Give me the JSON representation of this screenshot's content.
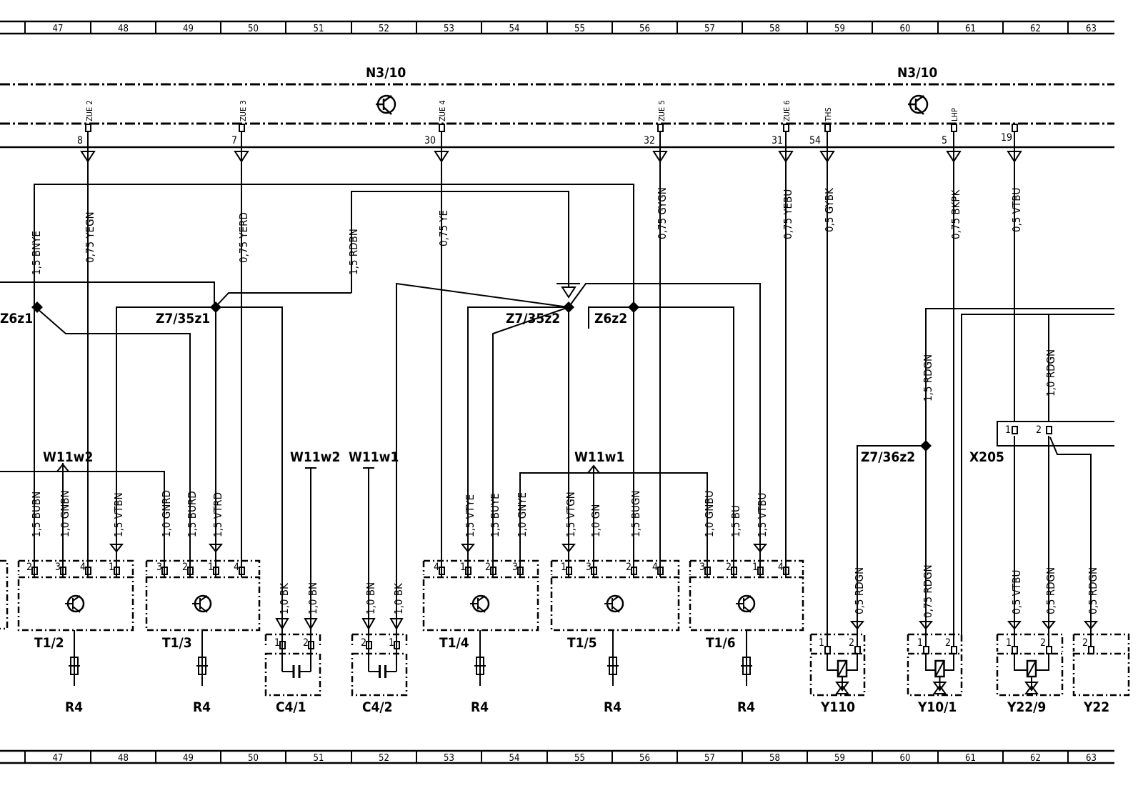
{
  "ruler_numbers": [
    "47",
    "48",
    "49",
    "50",
    "51",
    "52",
    "53",
    "54",
    "55",
    "56",
    "57",
    "58",
    "59",
    "60",
    "61",
    "62",
    "63"
  ],
  "controllers": [
    {
      "label": "N3/10"
    },
    {
      "label": "N3/10"
    }
  ],
  "ecu_pins": [
    {
      "name": "ZUE 2",
      "num": "8"
    },
    {
      "name": "ZUE 3",
      "num": "7"
    },
    {
      "name": "ZUE 4",
      "num": "30"
    },
    {
      "name": "ZUE 5",
      "num": "32"
    },
    {
      "name": "ZUE 6",
      "num": "31"
    },
    {
      "name": "THS",
      "num": "54"
    },
    {
      "name": "LHP",
      "num": "5"
    },
    {
      "name": "",
      "num": "19"
    }
  ],
  "upper_wires": [
    "1,5 BNYE",
    "0,75 YEGN",
    "0,75 YERD",
    "1,5 RDBN",
    "0,75 YE",
    "0,75 GYGN",
    "0,75 YEBU",
    "0,5 GYBK",
    "0,75 BKPK",
    "0,5 VTBU",
    "1,5 RDGN",
    "1,0 RDGN"
  ],
  "splices": [
    "Z6z1",
    "Z7/35z1",
    "Z7/35z2",
    "Z6z2",
    "Z7/36z2"
  ],
  "harness_labels": [
    "W11w2",
    "W11w2",
    "W11w1",
    "W11w1"
  ],
  "connector_label": "X205",
  "lower_wires": [
    "1,5 BUBN",
    "1,0 GNBN",
    "1,5 VTBN",
    "1,0 GNRD",
    "1,5 BURD",
    "1,5 VTRD",
    "1,0 BK",
    "1,0 BN",
    "1,0 BN",
    "1,0 BK",
    "1,5 VTYE",
    "1,5 BUYE",
    "1,0 GNYE",
    "1,5 VTGN",
    "1,0 GN",
    "1,5 BUGN",
    "1,0 GNBU",
    "1,5 BU",
    "1,5 VTBU",
    "0,5 RDGN",
    "0,75 RDGN",
    "0,5 VTBU",
    "0,5 RDGN",
    "0,5 RDGN"
  ],
  "components": [
    "T1/2",
    "T1/3",
    "C4/1",
    "C4/2",
    "T1/4",
    "T1/5",
    "T1/6",
    "Y110",
    "Y10/1",
    "Y22/9",
    "Y22"
  ],
  "ground_label": "R4",
  "pin_numbers": {
    "t12": [
      "2",
      "3",
      "4",
      "1"
    ],
    "t13": [
      "3",
      "2",
      "1",
      "4"
    ],
    "c41": [
      "1",
      "2"
    ],
    "c42": [
      "2",
      "1"
    ],
    "t14": [
      "4",
      "1",
      "2",
      "3"
    ],
    "t15": [
      "1",
      "3",
      "2",
      "4"
    ],
    "t16": [
      "3",
      "2",
      "1",
      "4"
    ],
    "y110": [
      "1",
      "2"
    ],
    "y101": [
      "1",
      "2"
    ],
    "y229": [
      "1",
      "2"
    ],
    "y22": [
      "2"
    ],
    "x205": [
      "1",
      "2"
    ]
  }
}
